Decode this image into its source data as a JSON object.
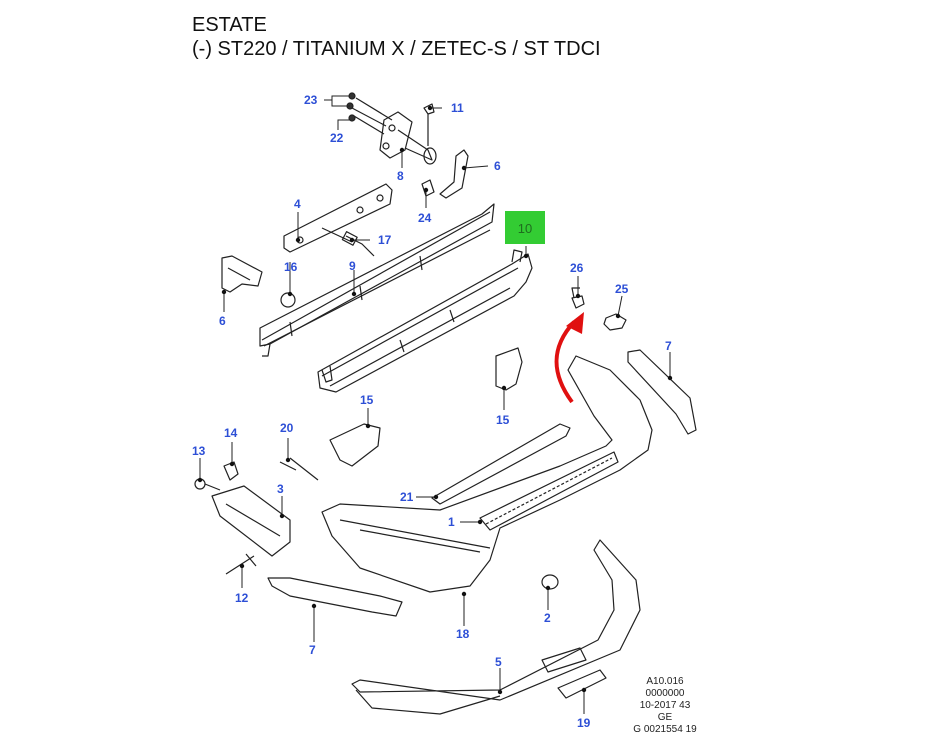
{
  "header": {
    "line1": "ESTATE",
    "line2": "(-) ST220 / TITANIUM X / ZETEC-S / ST TDCI"
  },
  "highlight": {
    "label": "10",
    "color": "#33cc33"
  },
  "arrow_color": "#e01010",
  "callout_color": "#2d4fd6",
  "callouts": {
    "c23": "23",
    "c11": "11",
    "c22": "22",
    "c8": "8",
    "c6a": "6",
    "c24": "24",
    "c4": "4",
    "c17": "17",
    "c16": "16",
    "c9": "9",
    "c6b": "6",
    "c26": "26",
    "c25": "25",
    "c7a": "7",
    "c15a": "15",
    "c15b": "15",
    "c20": "20",
    "c14": "14",
    "c13": "13",
    "c3": "3",
    "c21": "21",
    "c1": "1",
    "c12": "12",
    "c2": "2",
    "c18": "18",
    "c7b": "7",
    "c5": "5",
    "c19": "19"
  },
  "reference": {
    "line1": "A10.016",
    "line2": "0000000",
    "line3": "10-2017 43",
    "line4": "GE",
    "line5": "G 0021554 19"
  }
}
